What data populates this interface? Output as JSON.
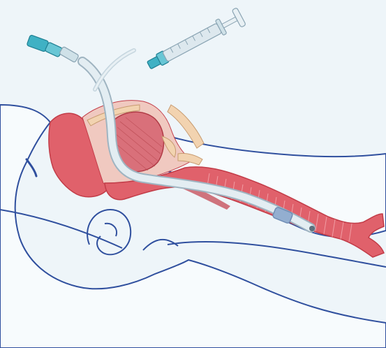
{
  "diagram": {
    "title": "",
    "labels": [],
    "parts": [
      "patient-outline",
      "nasal-cavity",
      "tongue",
      "oral-cavity",
      "pharynx",
      "larynx",
      "trachea",
      "bronchi",
      "endotracheal-tube",
      "tube-cuff",
      "tube-connector",
      "pilot-balloon-line",
      "inflation-syringe"
    ],
    "colors": {
      "background": "#eef5f9",
      "outline": "#2f4f9e",
      "tissue": "#e0616b",
      "tissue_dark": "#c23c48",
      "tongue": "#d9707a",
      "cartilage": "#f2d3b0",
      "tube": "#d6e3ea",
      "tube_edge": "#9fb4c1",
      "connector": "#3fb1c4",
      "cuff": "#93aed0",
      "syringe": "#dde8ee"
    }
  }
}
